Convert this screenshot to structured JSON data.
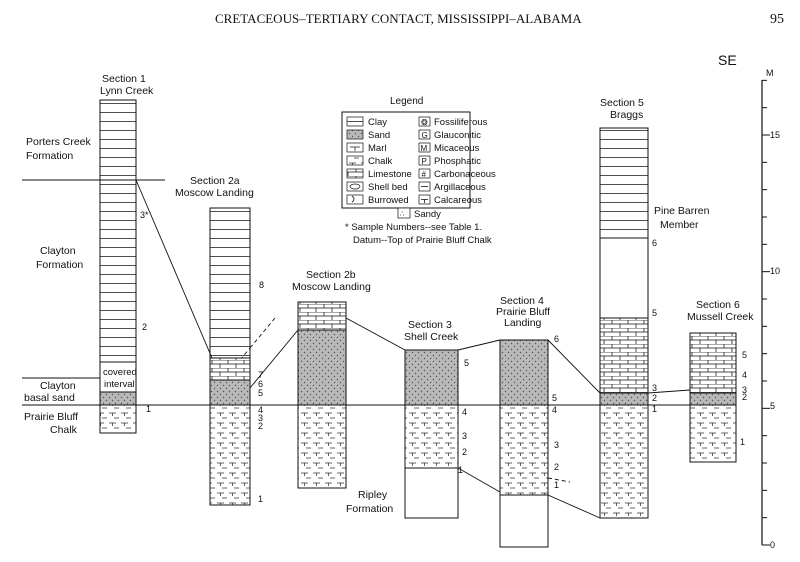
{
  "header": {
    "title": "CRETACEOUS–TERTIARY CONTACT, MISSISSIPPI–ALABAMA",
    "page_number": "95"
  },
  "orientation": "SE",
  "scale": {
    "unit": "M",
    "ticks": [
      "0",
      "5",
      "10",
      "15"
    ]
  },
  "formations": {
    "porters_creek": [
      "Porters Creek",
      "Formation"
    ],
    "clayton": [
      "Clayton",
      "Formation"
    ],
    "clayton_basal": [
      "Clayton",
      "basal sand"
    ],
    "prairie_bluff": [
      "Prairie Bluff",
      "Chalk"
    ],
    "ripley": [
      "Ripley",
      "Formation"
    ],
    "pine_barren": [
      "Pine Barren",
      "Member"
    ],
    "covered": [
      "covered",
      "interval"
    ]
  },
  "sections": [
    {
      "title": "Section 1",
      "name": "Lynn Creek",
      "samples": [
        "3*",
        "2",
        "1"
      ]
    },
    {
      "title": "Section 2a",
      "name": "Moscow Landing",
      "samples": [
        "8",
        "7",
        "6",
        "5",
        "4",
        "3",
        "2",
        "1"
      ]
    },
    {
      "title": "Section 2b",
      "name": "Moscow Landing",
      "samples": []
    },
    {
      "title": "Section 3",
      "name": "Shell Creek",
      "samples": [
        "5",
        "4",
        "3",
        "2",
        "1"
      ]
    },
    {
      "title": "Section 4",
      "name": "Prairie Bluff",
      "name2": "Landing",
      "samples": [
        "6",
        "5",
        "4",
        "3",
        "2",
        "1"
      ]
    },
    {
      "title": "Section 5",
      "name": "Braggs",
      "samples": [
        "6",
        "5",
        "3",
        "2",
        "1"
      ]
    },
    {
      "title": "Section 6",
      "name": "Mussell Creek",
      "samples": [
        "5",
        "4",
        "3",
        "2",
        "1"
      ]
    }
  ],
  "legend": {
    "title": "Legend",
    "left": [
      "Clay",
      "Sand",
      "Marl",
      "Chalk",
      "Limestone",
      "Shell bed",
      "Burrowed"
    ],
    "right": [
      "Fossiliferous",
      "Glauconitic",
      "Micaceous",
      "Phosphatic",
      "Carbonaceous",
      "Argillaceous",
      "Calcareous"
    ],
    "symbols_right": [
      "G",
      "M",
      "P",
      "#"
    ],
    "sandy": "Sandy",
    "note1": "* Sample Numbers--see Table 1.",
    "note2": "Datum--Top of Prairie Bluff Chalk"
  }
}
